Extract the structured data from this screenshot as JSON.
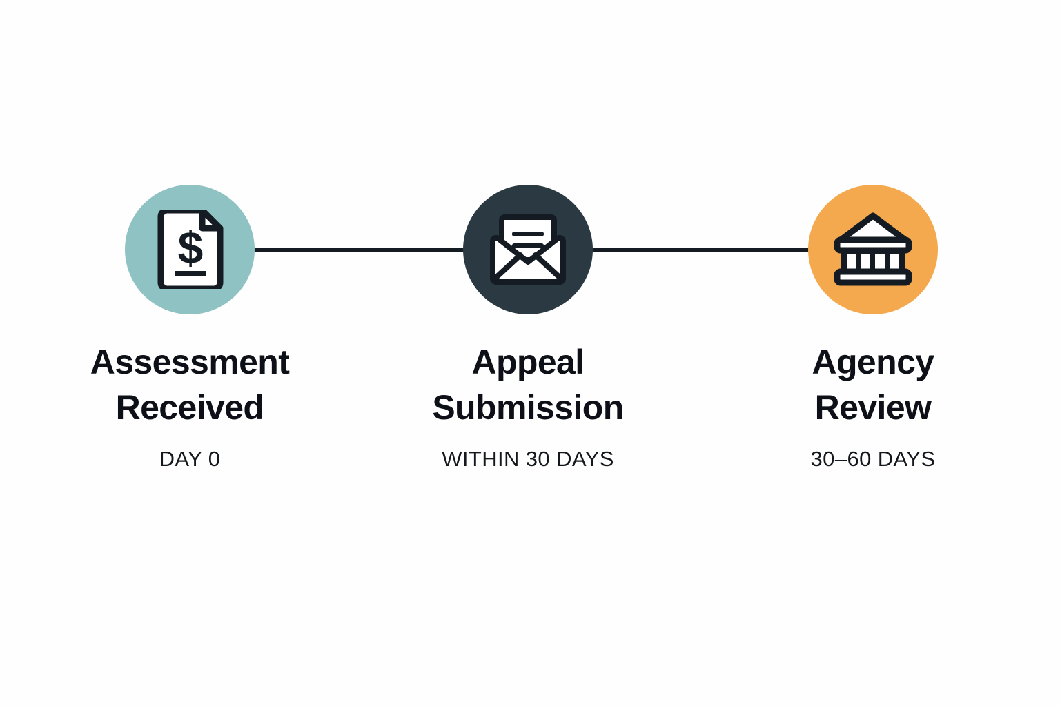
{
  "diagram": {
    "type": "process-timeline",
    "orientation": "horizontal",
    "background_color": "#fefefe",
    "connector_color": "#151b22",
    "steps": [
      {
        "id": "assessment-received",
        "title": "Assessment\nReceived",
        "title_line_1": "Assessment",
        "title_line_2": "Received",
        "meta": "DAY 0",
        "icon": "document-dollar-icon",
        "circle_color": "#8fc3c3",
        "icon_color": "#141b22"
      },
      {
        "id": "appeal-submission",
        "title": "Appeal\nSubmission",
        "title_line_1": "Appeal",
        "title_line_2": "Submission",
        "meta": "WITHIN 30 DAYS",
        "icon": "envelope-icon",
        "circle_color": "#2b3a42",
        "icon_color": "#ffffff"
      },
      {
        "id": "agency-review",
        "title": "Agency\nReview",
        "title_line_1": "Agency",
        "title_line_2": "Review",
        "meta": "30–60 DAYS",
        "icon": "bank-institution-icon",
        "circle_color": "#f5a94e",
        "icon_color": "#141b22"
      }
    ]
  }
}
